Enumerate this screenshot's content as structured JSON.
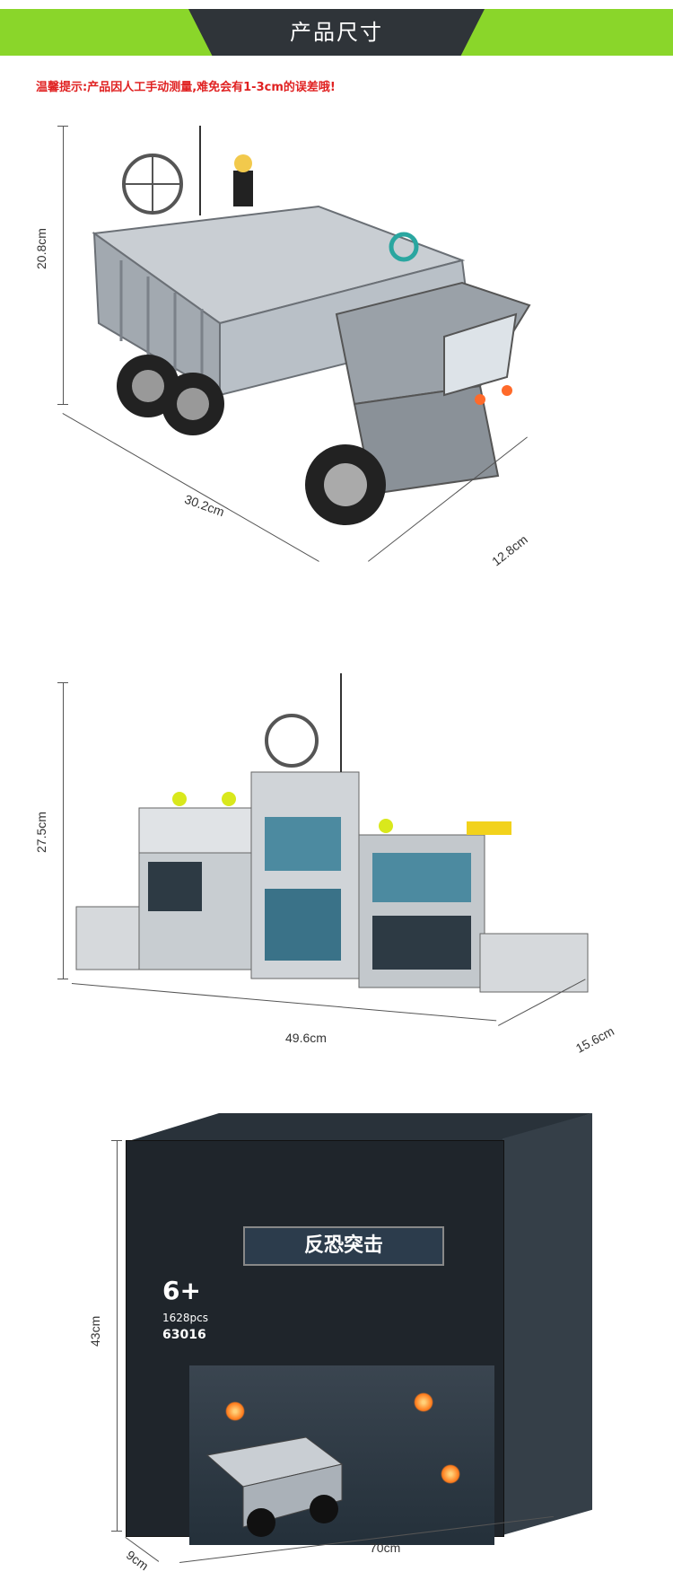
{
  "header": {
    "title": "产品尺寸"
  },
  "tip": "温馨提示:产品因人工手动测量,难免会有1-3cm的误差哦!",
  "dimensions": {
    "truck": {
      "height": "20.8cm",
      "length": "30.2cm",
      "width": "12.8cm"
    },
    "hq": {
      "height": "27.5cm",
      "length": "49.6cm",
      "width": "15.6cm"
    },
    "box": {
      "height": "43cm",
      "depth": "9cm",
      "width": "70cm"
    }
  },
  "box_art": {
    "title": "反恐突击",
    "age": "6+",
    "pcs": "1628pcs",
    "code": "63016"
  },
  "colors": {
    "accent": "#8ad62a",
    "header_dark": "#2f3439",
    "tip": "#e02222"
  }
}
